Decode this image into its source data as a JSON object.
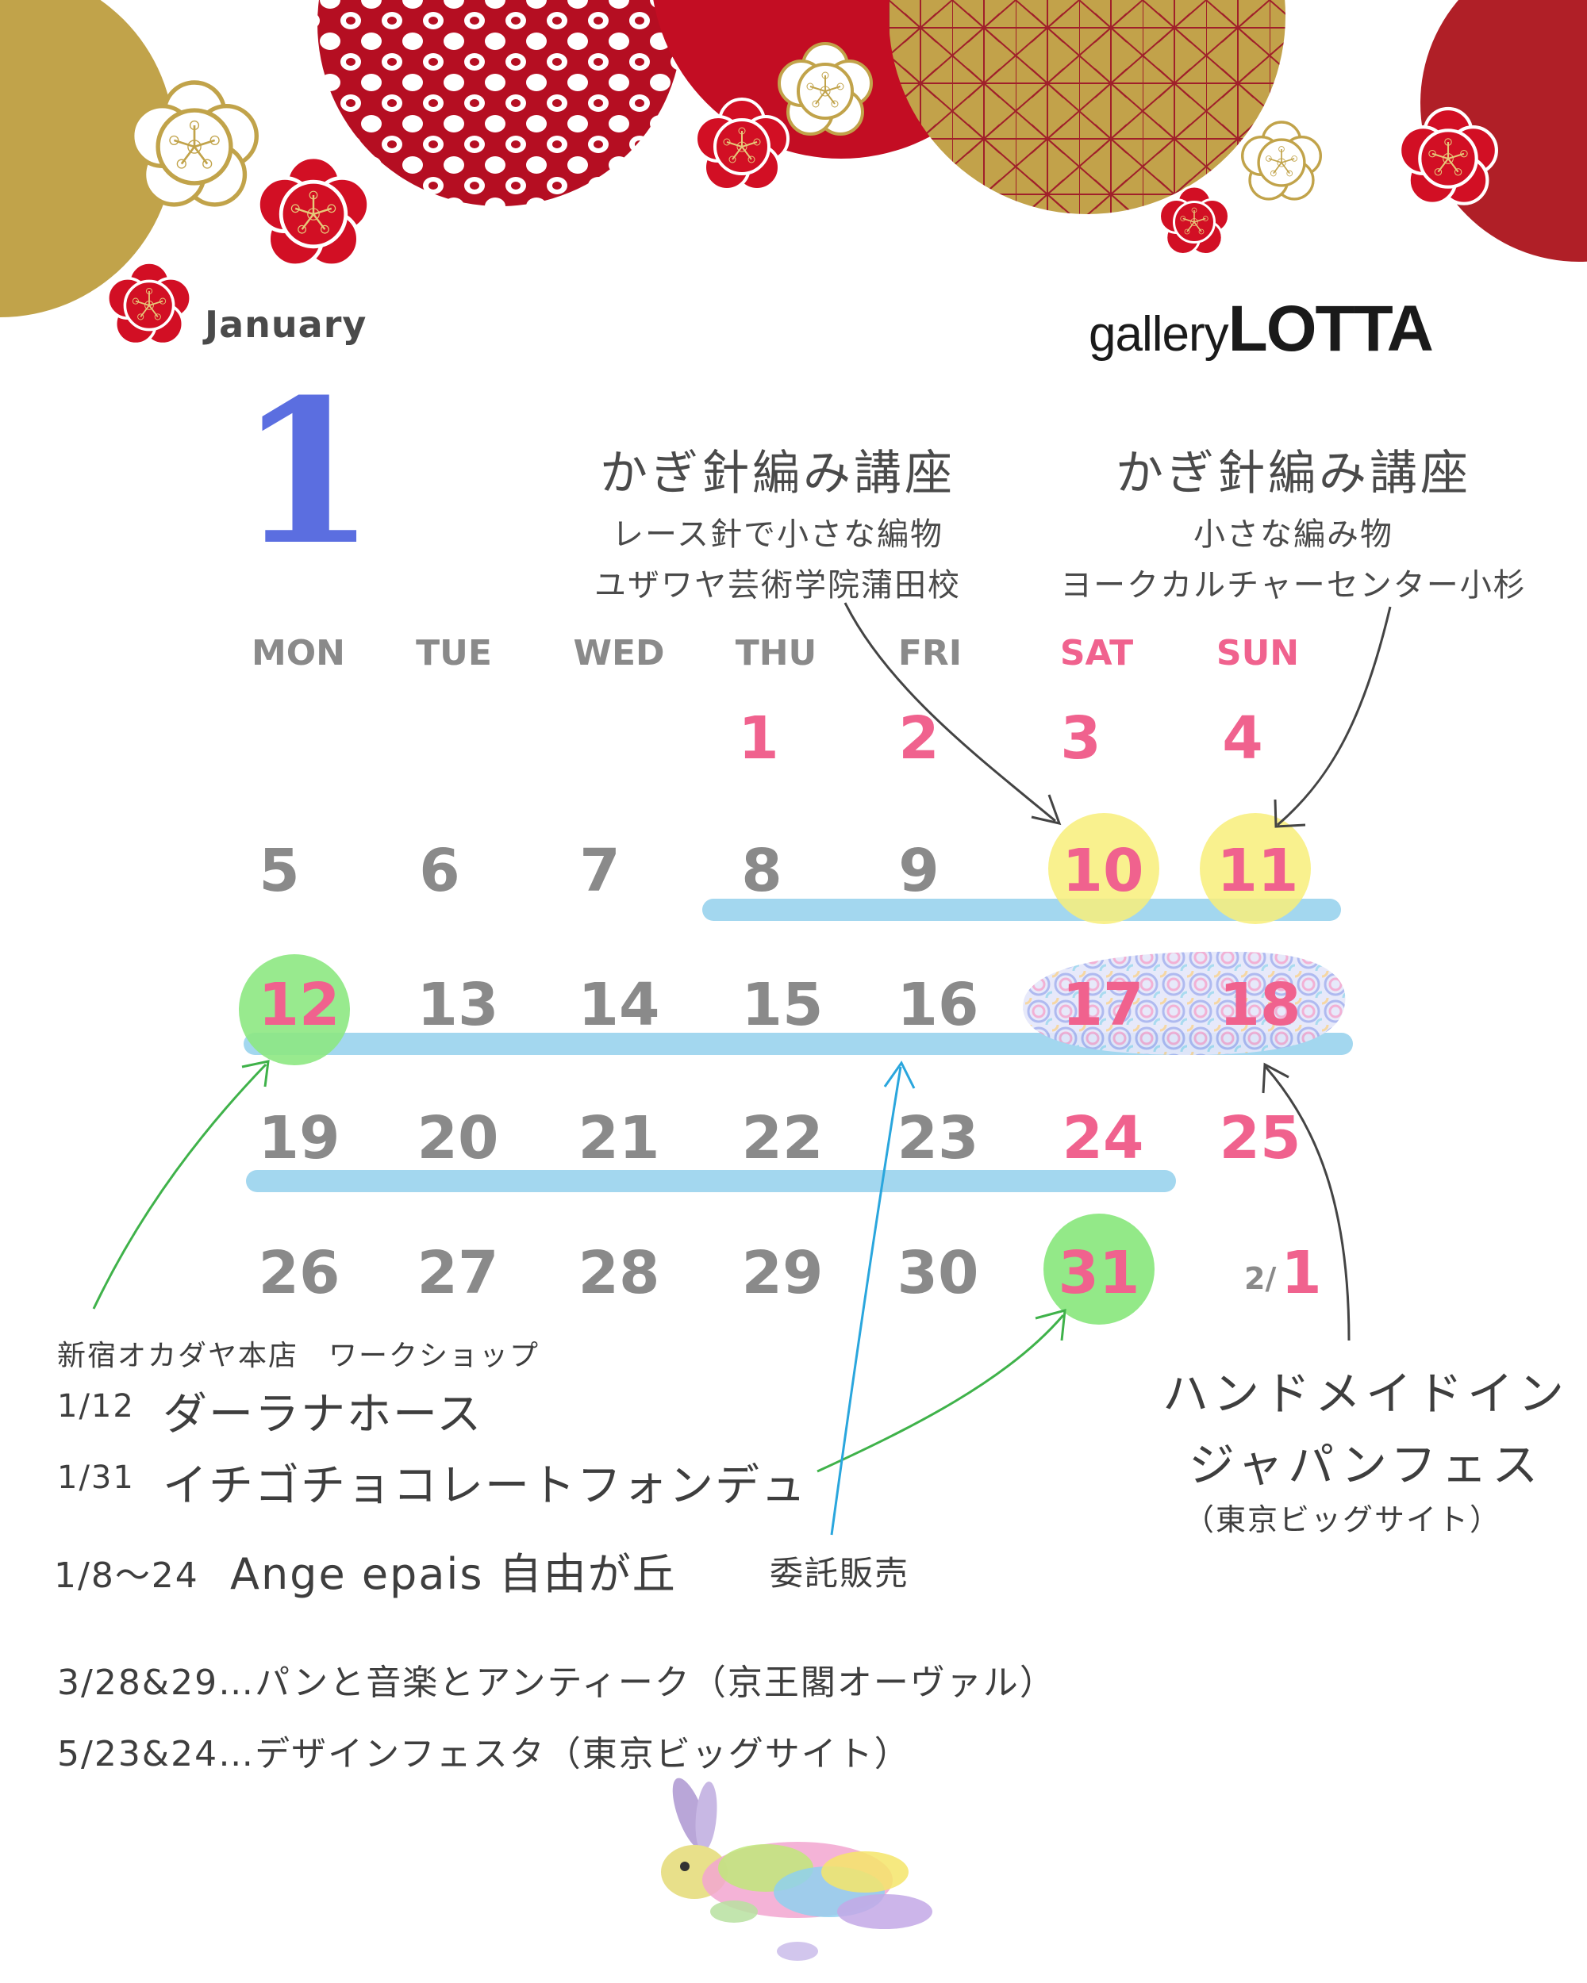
{
  "header": {
    "month_name": "January",
    "brand_gallery": "gallery",
    "brand_name": "LOTTA",
    "month_number": "1"
  },
  "notes": {
    "saturday_event": {
      "title": "かぎ針編み講座",
      "line1": "レース針で小さな編物",
      "line2": "ユザワヤ芸術学院蒲田校"
    },
    "sunday_event": {
      "title": "かぎ針編み講座",
      "line1": "小さな編み物",
      "line2": "ヨークカルチャーセンター小杉"
    }
  },
  "calendar": {
    "weekdays": [
      "MON",
      "TUE",
      "WED",
      "THU",
      "FRI",
      "SAT",
      "SUN"
    ],
    "weeks": [
      [
        "",
        "",
        "",
        "1",
        "2",
        "3",
        "4"
      ],
      [
        "5",
        "6",
        "7",
        "8",
        "9",
        "10",
        "11"
      ],
      [
        "12",
        "13",
        "14",
        "15",
        "16",
        "17",
        "18"
      ],
      [
        "19",
        "20",
        "21",
        "22",
        "23",
        "24",
        "25"
      ],
      [
        "26",
        "27",
        "28",
        "29",
        "30",
        "31",
        "1"
      ]
    ],
    "next_month_prefix": "2/",
    "colors": {
      "weekday": "#8a8a8a",
      "weekend": "#f0628e",
      "highlight_yellow": "#f8ef7a",
      "highlight_green": "#8de882",
      "highlight_blue": "#a3d7ef"
    }
  },
  "bottom": {
    "workshop_header": "新宿オカダヤ本店　ワークショップ",
    "workshop_1_date": "1/12",
    "workshop_1_name": "ダーラナホース",
    "workshop_2_date": "1/31",
    "workshop_2_name": "イチゴチョコレートフォンデュ",
    "consignment_dates": "1/8～24",
    "consignment_name": "Ange epais 自由が丘",
    "consignment_type": "委託販売",
    "fest_line1": "ハンドメイドイン",
    "fest_line2": "ジャパンフェス",
    "fest_venue": "（東京ビッグサイト）",
    "upcoming_1": "3/28&29…パンと音楽とアンティーク（京王閣オーヴァル）",
    "upcoming_2": "5/23&24…デザインフェスタ（東京ビッグサイト）"
  },
  "icons": [
    "plum-blossom-icon",
    "asanoha-pattern-icon",
    "rabbit-illustration"
  ]
}
